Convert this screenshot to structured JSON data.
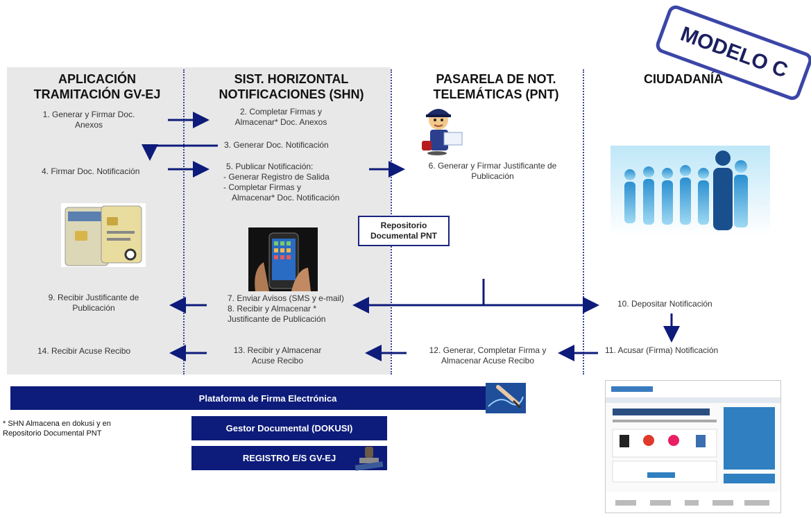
{
  "stamp": "MODELO C",
  "columns": {
    "app": [
      "APLICACIÓN",
      "TRAMITACIÓN GV-EJ"
    ],
    "shn": [
      "SIST. HORIZONTAL",
      "NOTIFICACIONES (SHN)"
    ],
    "pnt": [
      "PASARELA DE NOT.",
      "TELEMÁTICAS (PNT)"
    ],
    "cit": [
      "CIUDADANÍA"
    ]
  },
  "steps": {
    "s1": [
      "1. Generar y Firmar Doc.",
      "Anexos"
    ],
    "s2": [
      "2. Completar Firmas y",
      "Almacenar* Doc. Anexos"
    ],
    "s3": [
      "3. Generar Doc. Notificación"
    ],
    "s4": [
      "4. Firmar Doc. Notificación"
    ],
    "s5": [
      "5. Publicar Notificación:",
      "- Generar Registro de Salida",
      "- Completar Firmas y",
      "Almacenar* Doc. Notificación"
    ],
    "s6": [
      "6. Generar y Firmar Justificante de",
      "Publicación"
    ],
    "s7": [
      "7. Enviar Avisos (SMS y e-mail)",
      "8. Recibir y Almacenar *",
      "Justificante de Publicación"
    ],
    "s9": [
      "9. Recibir Justificante de",
      "Publicación"
    ],
    "s10": [
      "10. Depositar Notificación"
    ],
    "s11": [
      "11. Acusar (Firma) Notificación"
    ],
    "s12": [
      "12. Generar, Completar Firma y",
      "Almacenar Acuse Recibo"
    ],
    "s13": [
      "13. Recibir y Almacenar",
      "Acuse Recibo"
    ],
    "s14": [
      "14. Recibir Acuse Recibo"
    ]
  },
  "repo": [
    "Repositorio",
    "Documental PNT"
  ],
  "bars": {
    "firma": "Plataforma de Firma Electrónica",
    "gestor": "Gestor Documental (DOKUSI)",
    "registro": "REGISTRO E/S GV-EJ"
  },
  "note": [
    "* SHN Almacena en dokusi y en",
    "Repositorio Documental PNT"
  ],
  "colors": {
    "accent": "#0d1b7a",
    "panel": "#e8e8e8",
    "stamp": "#3b46a8",
    "sky": "#4fb4e0"
  }
}
